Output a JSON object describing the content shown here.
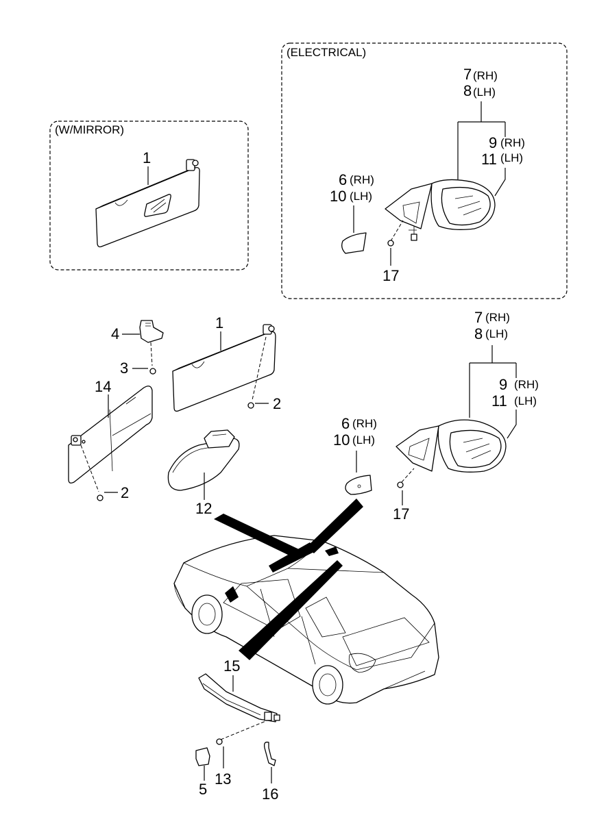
{
  "boxes": {
    "mirror_option": "(W/MIRROR)",
    "electrical_option": "(ELECTRICAL)"
  },
  "callouts": {
    "c1_box": "1",
    "c7_box": "7",
    "c7_box_side": "(RH)",
    "c8_box": "8",
    "c8_box_side": "(LH)",
    "c9_box": "9",
    "c9_box_side": "(RH)",
    "c11_box": "11",
    "c11_box_side": "(LH)",
    "c6_box": "6",
    "c6_box_side": "(RH)",
    "c10_box": "10",
    "c10_box_side": "(LH)",
    "c17_box": "17",
    "c4": "4",
    "c3": "3",
    "c1": "1",
    "c2a": "2",
    "c14": "14",
    "c2b": "2",
    "c12": "12",
    "c7": "7",
    "c7_side": "(RH)",
    "c8": "8",
    "c8_side": "(LH)",
    "c9": "9",
    "c9_side": "(RH)",
    "c11": "11",
    "c11_side": "(LH)",
    "c6": "6",
    "c6_side": "(RH)",
    "c10": "10",
    "c10_side": "(LH)",
    "c17": "17",
    "c15": "15",
    "c5": "5",
    "c13": "13",
    "c16": "16"
  }
}
